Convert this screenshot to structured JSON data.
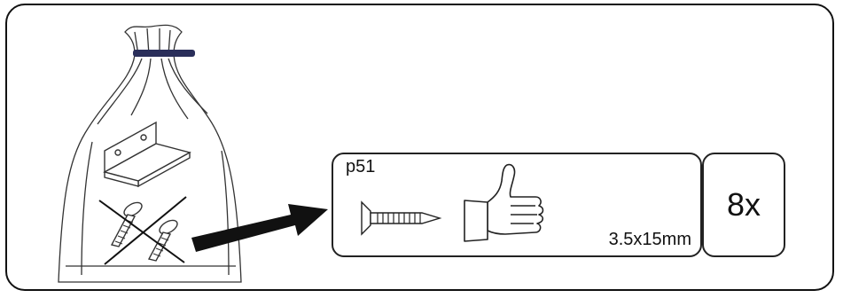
{
  "part": {
    "code": "p51",
    "size": "3.5x15mm",
    "quantity": "8x"
  },
  "icons": {
    "bag": "hardware-bag-icon",
    "bracket": "bracket-icon",
    "crossed_screws": "crossed-out-screws-icon",
    "arrow": "arrow-right-icon",
    "screw": "screw-icon",
    "thumbs_up": "thumbs-up-icon"
  },
  "colors": {
    "bag_tie": "#2a2e5a",
    "line": "#111111"
  }
}
